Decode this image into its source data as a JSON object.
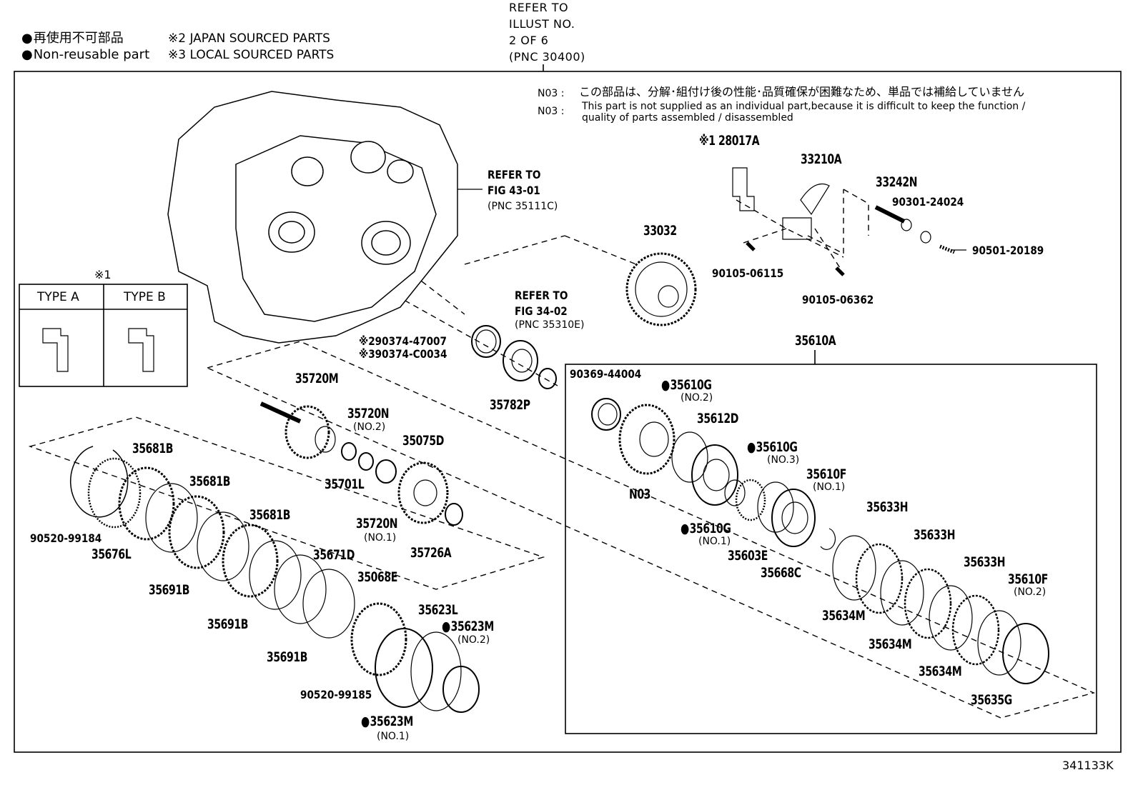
{
  "legend": {
    "non_reusable_jp": "再使用不可部品",
    "non_reusable_en": "Non-reusable part",
    "japan_sourced": "※2 JAPAN SOURCED PARTS",
    "local_sourced": "※3 LOCAL SOURCED PARTS"
  },
  "refer_top": [
    "REFER TO",
    "ILLUST NO.",
    "2 OF 6",
    "(PNC 30400)"
  ],
  "note": {
    "code1": "N03 :",
    "jp": "この部品は、分解･組付け後の性能･品質確保が困難なため、単品では補給していません",
    "code2": "N03 :",
    "en1": "This part is not supplied as an individual part,because it is difficult to keep the function /",
    "en2": "quality of parts assembled / disassembled"
  },
  "refer_case": [
    "REFER TO",
    "FIG 43-01",
    "(PNC 35111C)"
  ],
  "refer_seal": [
    "REFER TO",
    "FIG 34-02",
    "(PNC 35310E)"
  ],
  "type_box": {
    "mark": "※1",
    "type_a": "TYPE A",
    "type_b": "TYPE B"
  },
  "parts": {
    "p28017A": "※1 28017A",
    "p33210A": "33210A",
    "p33242N": "33242N",
    "p90301": "90301-24024",
    "p90501": "90501-20189",
    "p90105a": "90105-06115",
    "p90105b": "90105-06362",
    "p33032": "33032",
    "p90374a": "※290374-47007",
    "p90374b": "※390374-C0034",
    "p35782P": "35782P",
    "p35610A": "35610A",
    "p90369": "90369-44004",
    "p35610G2": "35610G",
    "p35610G2s": "(NO.2)",
    "p35612D": "35612D",
    "p35610G3": "35610G",
    "p35610G3s": "(NO.3)",
    "p35610F1": "35610F",
    "p35610F1s": "(NO.1)",
    "pN03": "N03",
    "p35610G1": "35610G",
    "p35610G1s": "(NO.1)",
    "p35603E": "35603E",
    "p35668C": "35668C",
    "p35633H1": "35633H",
    "p35633H2": "35633H",
    "p35633H3": "35633H",
    "p35610F2": "35610F",
    "p35610F2s": "(NO.2)",
    "p35634M1": "35634M",
    "p35634M2": "35634M",
    "p35634M3": "35634M",
    "p35635G": "35635G",
    "p35720M": "35720M",
    "p35720N2": "35720N",
    "p35720N2s": "(NO.2)",
    "p35075D": "35075D",
    "p35701L": "35701L",
    "p35720N1": "35720N",
    "p35720N1s": "(NO.1)",
    "p35726A": "35726A",
    "p35681B1": "35681B",
    "p35681B2": "35681B",
    "p35681B3": "35681B",
    "p90520a": "90520-99184",
    "p35676L": "35676L",
    "p35691B1": "35691B",
    "p35691B2": "35691B",
    "p35691B3": "35691B",
    "p35671D": "35671D",
    "p35068E": "35068E",
    "p35623L": "35623L",
    "p35623M2": "35623M",
    "p35623M2s": "(NO.2)",
    "p90520b": "90520-99185",
    "p35623M1": "35623M",
    "p35623M1s": "(NO.1)"
  },
  "figure_id": "341133K"
}
